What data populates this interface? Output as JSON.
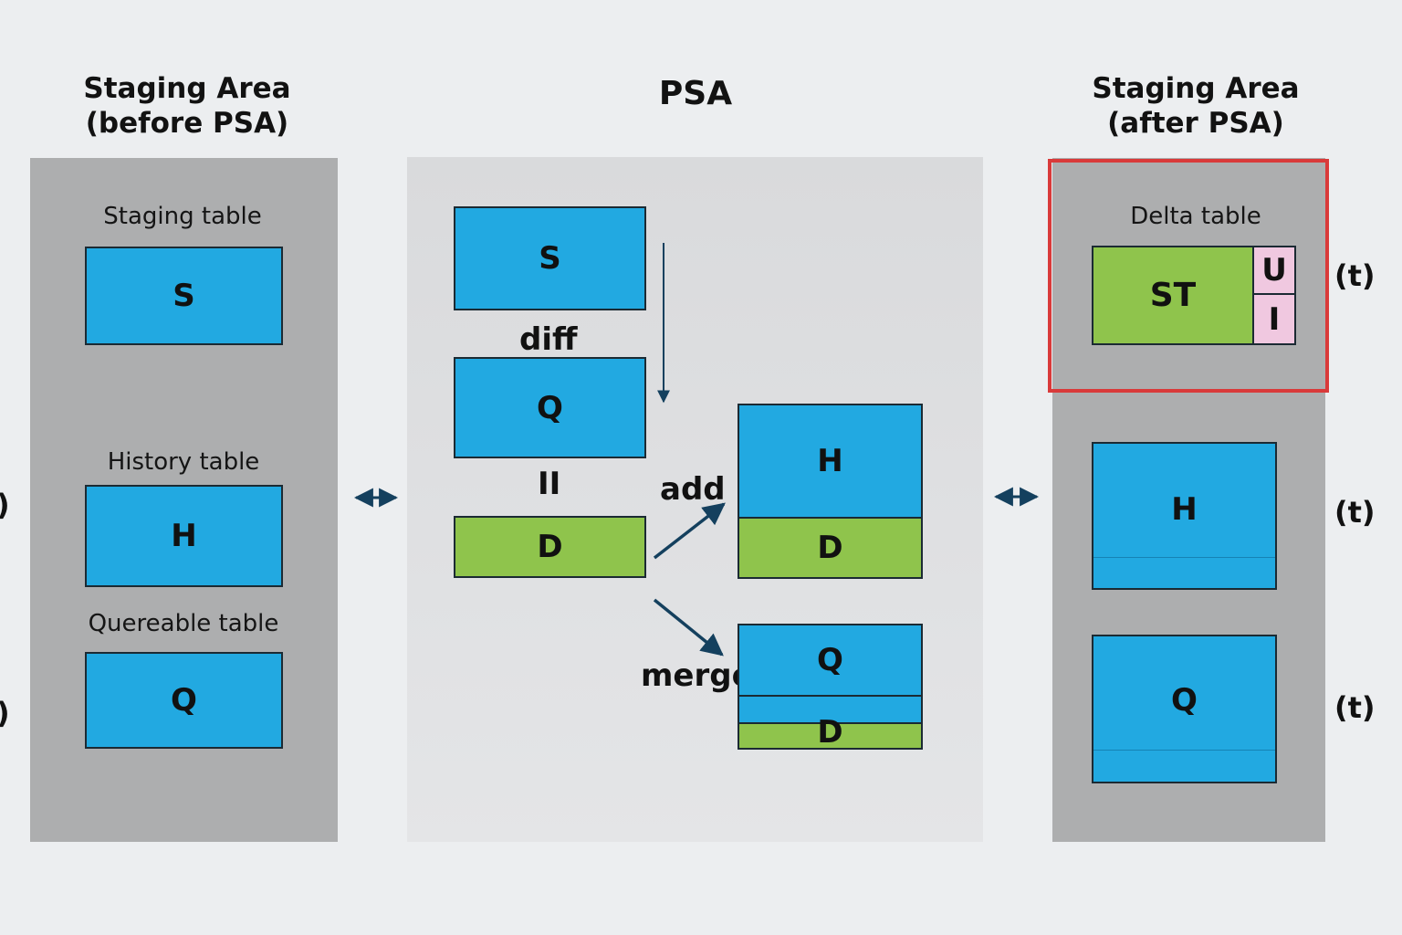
{
  "headings": {
    "left": "Staging Area\n(before PSA)",
    "center": "PSA",
    "right": "Staging Area\n(after PSA)"
  },
  "left_panel": {
    "staging_label": "Staging table",
    "staging_box": "S",
    "history_label": "History table",
    "history_box": "H",
    "queryable_label": "Quereable table",
    "queryable_box": "Q"
  },
  "edge_marks": {
    "mark1": ")",
    "mark2": ")"
  },
  "psa": {
    "s_box": "S",
    "diff_label": "diff",
    "q_box": "Q",
    "equals_label": "II",
    "d_box": "D",
    "add_label": "add",
    "merge_label": "merge",
    "h_box_top": "H",
    "h_box_bottom": "D",
    "q2_box_top": "Q",
    "q2_box_bottom": "D"
  },
  "right_panel": {
    "delta_label": "Delta table",
    "st_box": "ST",
    "u_flag": "U",
    "i_flag": "I",
    "h_box": "H",
    "q_box": "Q"
  },
  "time_marks": {
    "delta": "(t)",
    "history": "(t)",
    "queryable": "(t)"
  },
  "colors": {
    "background": "#eceef0",
    "panel_gray": "#adaeaf",
    "table_blue": "#22a9e1",
    "delta_green": "#8fc44c",
    "flag_pink": "#f0c8e0",
    "highlight_red": "#d93a3a",
    "arrow_navy": "#14405e"
  }
}
